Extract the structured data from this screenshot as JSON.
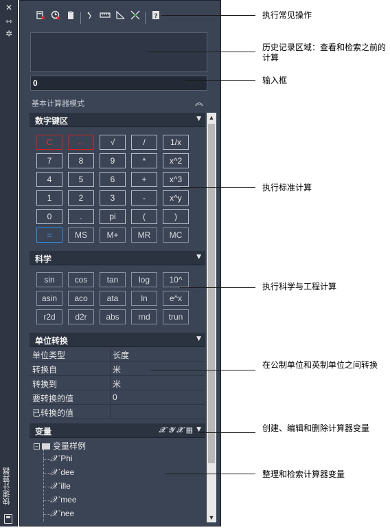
{
  "strip": {
    "close_glyph": "✕",
    "pin_glyph": "⇿",
    "settings_glyph": "✲",
    "title": "快速计算器"
  },
  "toolbar": {
    "icons": [
      "clear-icon",
      "clear-history-icon",
      "paste-icon",
      "get-coordinates-icon",
      "distance-icon",
      "angle-icon",
      "intersection-icon",
      "help-icon"
    ]
  },
  "input": {
    "value": "0"
  },
  "mode": {
    "label": "基本计算器模式",
    "collapse_glyph": "︽"
  },
  "keypad": {
    "title": "数字键区",
    "keys": [
      [
        "C",
        "←",
        "√",
        "/",
        "1/x"
      ],
      [
        "7",
        "8",
        "9",
        "*",
        "x^2"
      ],
      [
        "4",
        "5",
        "6",
        "+",
        "x^3"
      ],
      [
        "1",
        "2",
        "3",
        "-",
        "x^y"
      ],
      [
        "0",
        ".",
        "pi",
        "(",
        ")"
      ],
      [
        "=",
        "MS",
        "M+",
        "MR",
        "MC"
      ]
    ]
  },
  "science": {
    "title": "科学",
    "keys": [
      [
        "sin",
        "cos",
        "tan",
        "log",
        "10^"
      ],
      [
        "asin",
        "aco",
        "ata",
        "ln",
        "e^x"
      ],
      [
        "r2d",
        "d2r",
        "abs",
        "rnd",
        "trun"
      ]
    ]
  },
  "units": {
    "title": "单位转换",
    "rows": [
      {
        "label": "单位类型",
        "value": "长度"
      },
      {
        "label": "转换自",
        "value": "米"
      },
      {
        "label": "转换到",
        "value": "米"
      },
      {
        "label": "要转换的值",
        "value": "0"
      },
      {
        "label": "已转换的值",
        "value": ""
      }
    ]
  },
  "variables": {
    "title": "变量",
    "tools_glyph": "𝒳 𝒴 𝒳 ▦",
    "root": "变量样例",
    "items": [
      "Phi",
      "dee",
      "ille",
      "mee",
      "nee"
    ],
    "fx_glyph": "𝒳"
  },
  "annotations": [
    "执行常见操作",
    "历史记录区域：查看和检索之前的计算",
    "输入框",
    "执行标准计算",
    "执行科学与工程计算",
    "在公制单位和英制单位之间转换",
    "创建、编辑和删除计算器变量",
    "整理和检索计算器变量"
  ],
  "colors": {
    "panel_bg": "#3b4455",
    "header_bg": "#2b3240",
    "clear_key": "#d02222",
    "equals_key": "#2f8fe8"
  }
}
